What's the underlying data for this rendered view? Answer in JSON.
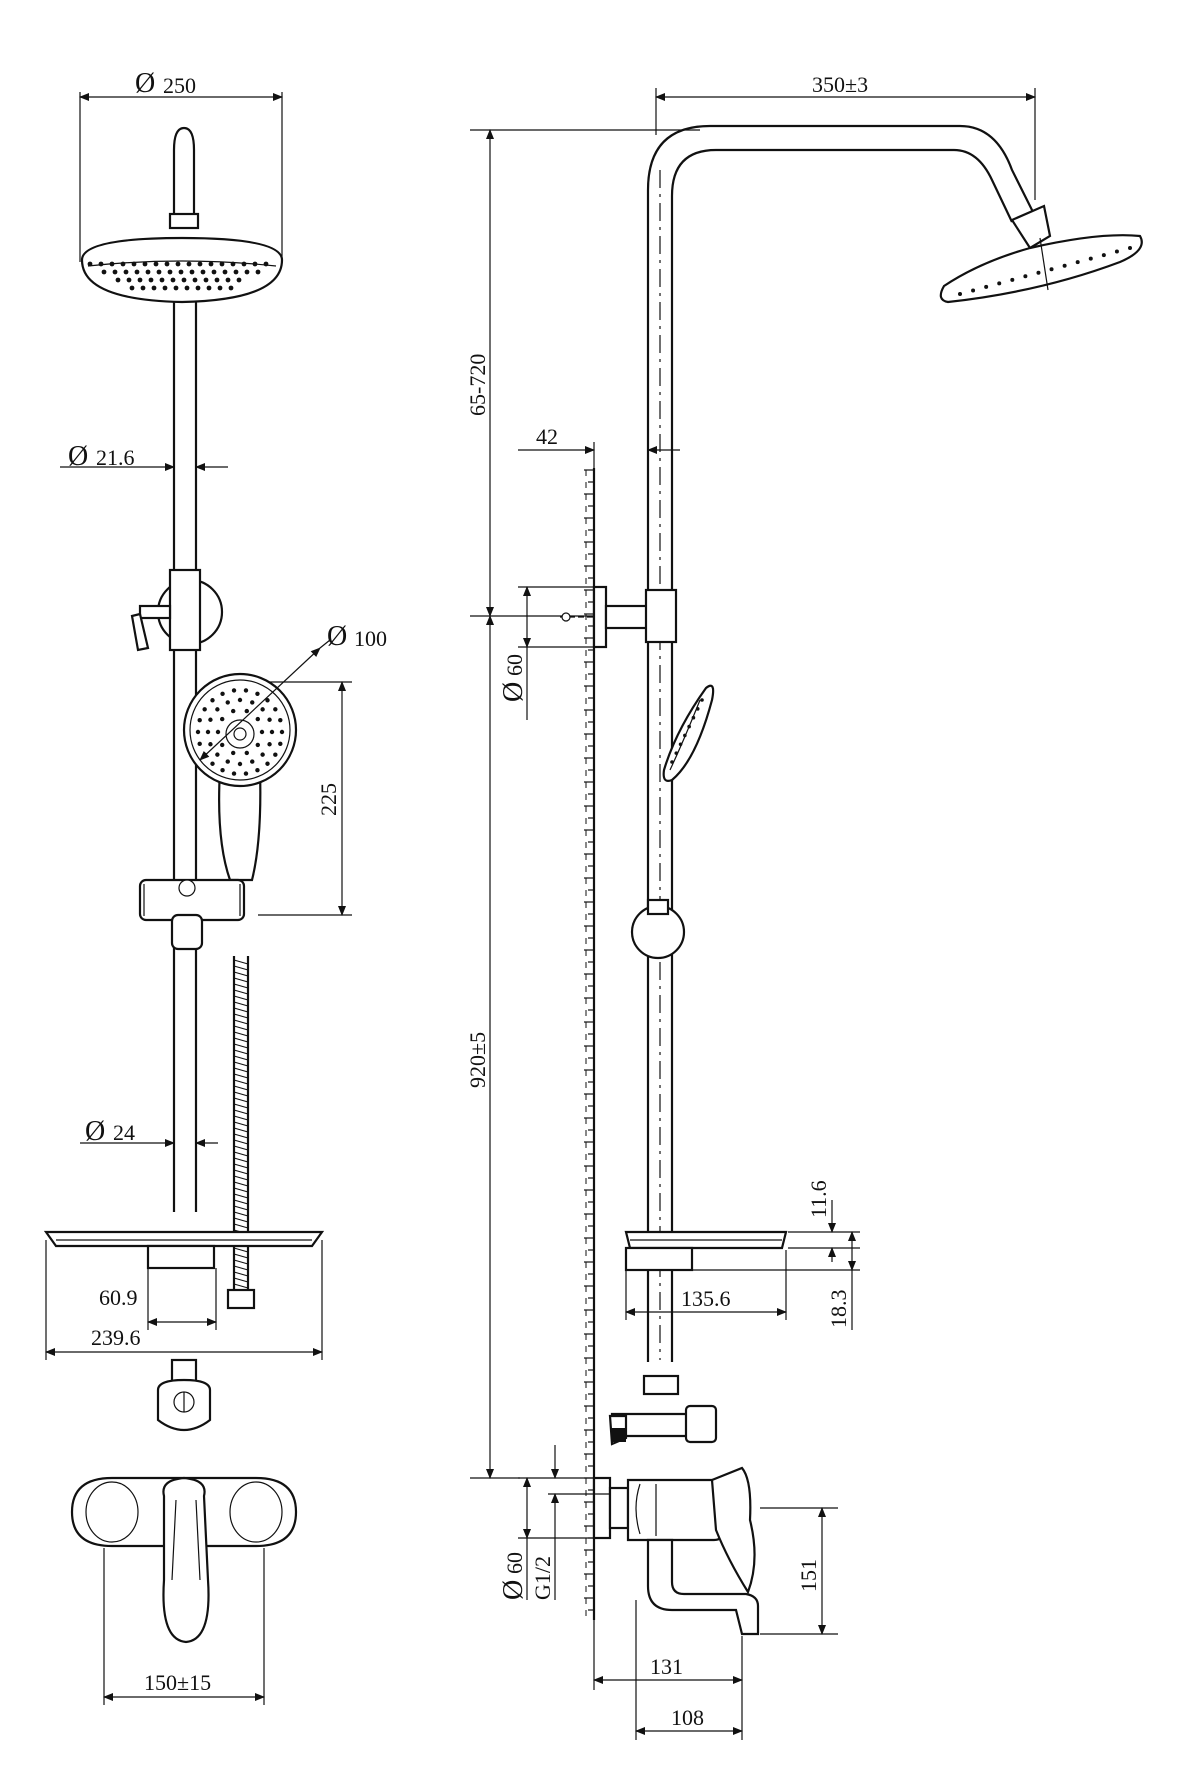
{
  "dimensions": {
    "rain_head_diameter": "250",
    "pipe_upper_diameter": "21.6",
    "hand_shower_diameter": "100",
    "hand_shower_length": "225",
    "pipe_lower_diameter": "24",
    "shelf_offset": "60.9",
    "shelf_width": "239.6",
    "mixer_centers": "150±15",
    "arm_reach": "350±3",
    "height_adjust": "65-720",
    "wall_offset": "42",
    "upper_bracket_diameter": "60",
    "overall_height": "920±5",
    "shelf_thickness": "11.6",
    "shelf_gap": "18.3",
    "shelf_depth": "135.6",
    "flange_diameter": "60",
    "inlet_thread": "G1/2",
    "spout_drop": "151",
    "spout_reach": "131",
    "spout_body": "108"
  },
  "symbols": {
    "diameter": "Ø"
  },
  "colors": {
    "line": "#111111",
    "background": "#ffffff"
  }
}
